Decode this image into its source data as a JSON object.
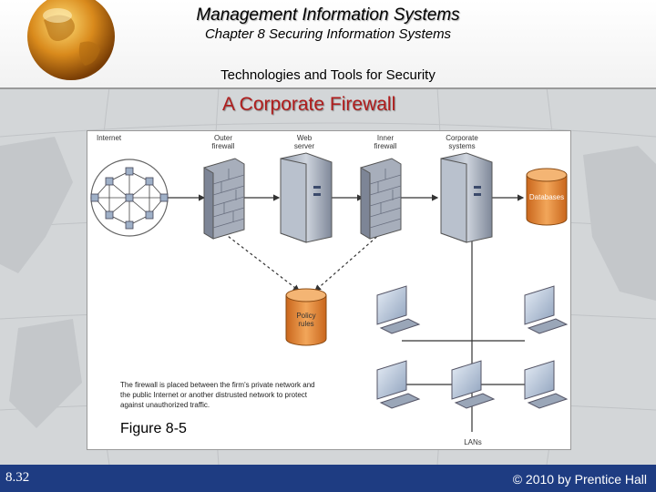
{
  "header": {
    "course_title": "Management Information Systems",
    "chapter_title": "Chapter 8 Securing Information Systems",
    "section_title": "Technologies and Tools for Security"
  },
  "slide_title": "A Corporate Firewall",
  "diagram": {
    "labels": {
      "internet": "Internet",
      "outer_firewall": "Outer firewall",
      "web_server": "Web server",
      "inner_firewall": "Inner firewall",
      "corporate_systems": "Corporate systems",
      "databases": "Databases",
      "policy_rules": "Policy rules",
      "lans": "LANs"
    },
    "caption": "The firewall is placed between the firm's private network and the public Internet or another distrusted network to protect against unauthorized traffic.",
    "figure_label": "Figure 8-5"
  },
  "footer": {
    "page_number": "8.32",
    "copyright": "© 2010 by Prentice Hall"
  },
  "colors": {
    "title_red": "#b01c1c",
    "footer_blue": "#1e3c82",
    "database_orange": "#e8893a"
  }
}
